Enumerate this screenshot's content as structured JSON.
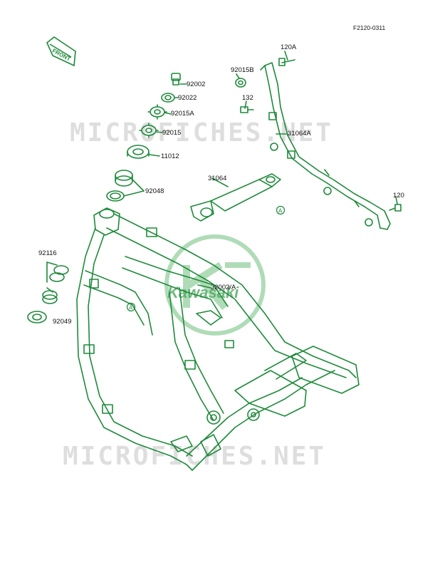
{
  "diagram": {
    "id": "F2120-0311",
    "front_label": "FRONT",
    "ref_marker": "A",
    "callouts": [
      {
        "key": "p120a",
        "text": "120A"
      },
      {
        "key": "p92015b",
        "text": "92015B"
      },
      {
        "key": "p92002",
        "text": "92002"
      },
      {
        "key": "p92022",
        "text": "92022"
      },
      {
        "key": "p132",
        "text": "132"
      },
      {
        "key": "p92015a",
        "text": "92015A"
      },
      {
        "key": "p92015",
        "text": "92015"
      },
      {
        "key": "p31064a",
        "text": "31064A"
      },
      {
        "key": "p11012",
        "text": "11012"
      },
      {
        "key": "p31064",
        "text": "31064"
      },
      {
        "key": "p92048",
        "text": "92048"
      },
      {
        "key": "p120",
        "text": "120"
      },
      {
        "key": "p92116",
        "text": "92116"
      },
      {
        "key": "p32002a",
        "text": "32002/A"
      },
      {
        "key": "p92049",
        "text": "92049"
      }
    ]
  },
  "watermark": {
    "text": "MICROFICHES.NET",
    "logo_text": "Kawasaki"
  },
  "colors": {
    "line": "#1e8a3a",
    "watermark_logo": "#6fc07e",
    "watermark_text": "#d6d6d6"
  }
}
